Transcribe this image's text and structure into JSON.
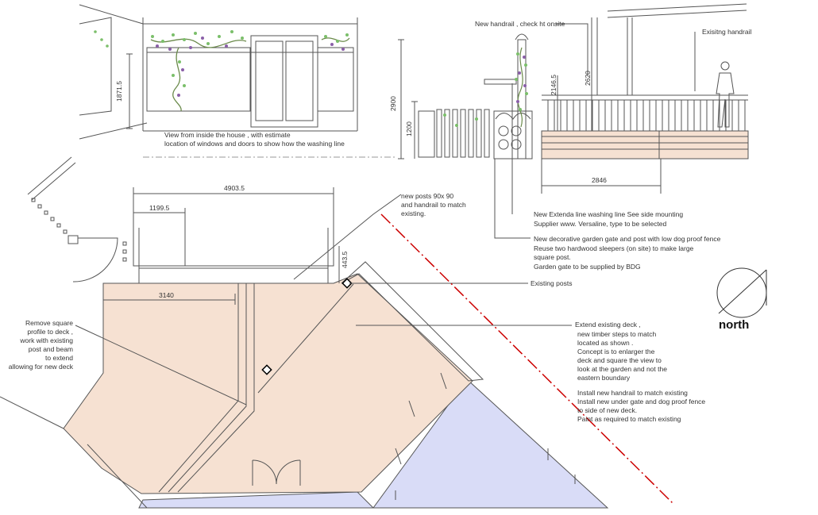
{
  "elevation_left": {
    "caption_line1": "View from inside the house , with estimate",
    "caption_line2": "location of windows and doors to show how the washing line",
    "dim_height": "1871.5"
  },
  "elevation_right": {
    "dim_2900": "2900",
    "dim_1200": "1200",
    "dim_2146": "2146.5",
    "dim_2620": "2620",
    "dim_2846": "2846",
    "label_new_handrail": "New handrail , check ht onsite",
    "label_existing_handrail": "Exisitng handrail"
  },
  "plan": {
    "dim_4903": "4903.5",
    "dim_1199": "1199.5",
    "dim_443": "443.5",
    "dim_3140": "3140"
  },
  "notes": {
    "posts": [
      "new posts 90x 90",
      "and handrail to match",
      "existing."
    ],
    "washing_line": [
      "New Extenda line washing line See side mounting",
      "Supplier  www. Versaline, type to be selected"
    ],
    "gate": [
      "New decorative garden gate and post with low dog proof fence",
      "Reuse two hardwood sleepers (on site) to make large",
      "square post.",
      "Garden gate to be supplied by BDG"
    ],
    "existing_posts": "Existing posts",
    "remove_profile": [
      "Remove square",
      "profile to deck ,",
      "work with existing",
      "post and beam",
      "to extend",
      "allowing for new deck"
    ],
    "extend_deck": [
      "Extend existing deck ,",
      "new timber steps to match",
      "located as shown .",
      "Concept is to enlarger the",
      "deck and square the view to",
      "look at the garden and not the",
      "eastern boundary"
    ],
    "install": [
      "Install new handrail to match existing",
      "Install new under gate and dog proof fence",
      "to side of new deck.",
      "Paint as required to match existing"
    ]
  },
  "north_label": "north",
  "colors": {
    "deck_fill": "#f6e1d2",
    "pool_fill": "#d9dcf7",
    "boundary_red": "#cc0000",
    "line": "#555555",
    "vine_green": "#7bbf6a",
    "vine_purple": "#8a5fa8"
  }
}
